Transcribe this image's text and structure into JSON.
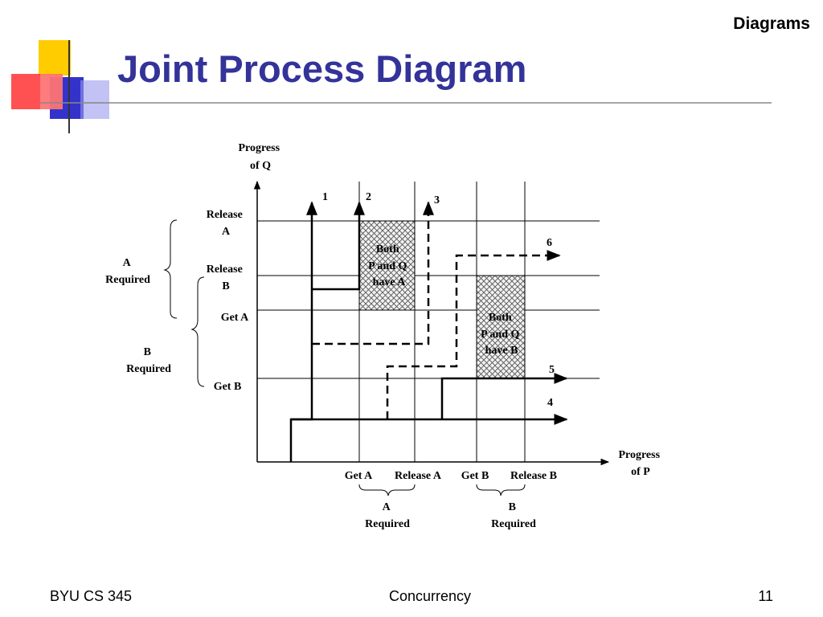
{
  "header": {
    "section_label": "Diagrams",
    "title": "Joint Process Diagram"
  },
  "diagram": {
    "y_axis_label": [
      "Progress",
      "of Q"
    ],
    "x_axis_label": [
      "Progress",
      "of P"
    ],
    "q_events": {
      "release_a": [
        "Release",
        "A"
      ],
      "release_b": [
        "Release",
        "B"
      ],
      "get_a": "Get A",
      "get_b": "Get B"
    },
    "p_events": {
      "get_a": "Get A",
      "release_a": "Release A",
      "get_b": "Get B",
      "release_b": "Release B"
    },
    "q_required": {
      "a": [
        "A",
        "Required"
      ],
      "b": [
        "B",
        "Required"
      ]
    },
    "p_required": {
      "a": [
        "A",
        "Required"
      ],
      "b": [
        "B",
        "Required"
      ]
    },
    "regions": {
      "both_a": [
        "Both",
        "P and Q",
        "have A"
      ],
      "both_b": [
        "Both",
        "P and Q",
        "have B"
      ]
    },
    "path_labels": [
      "1",
      "2",
      "3",
      "4",
      "5",
      "6"
    ]
  },
  "footer": {
    "left": "BYU CS 345",
    "center": "Concurrency",
    "right": "11"
  }
}
